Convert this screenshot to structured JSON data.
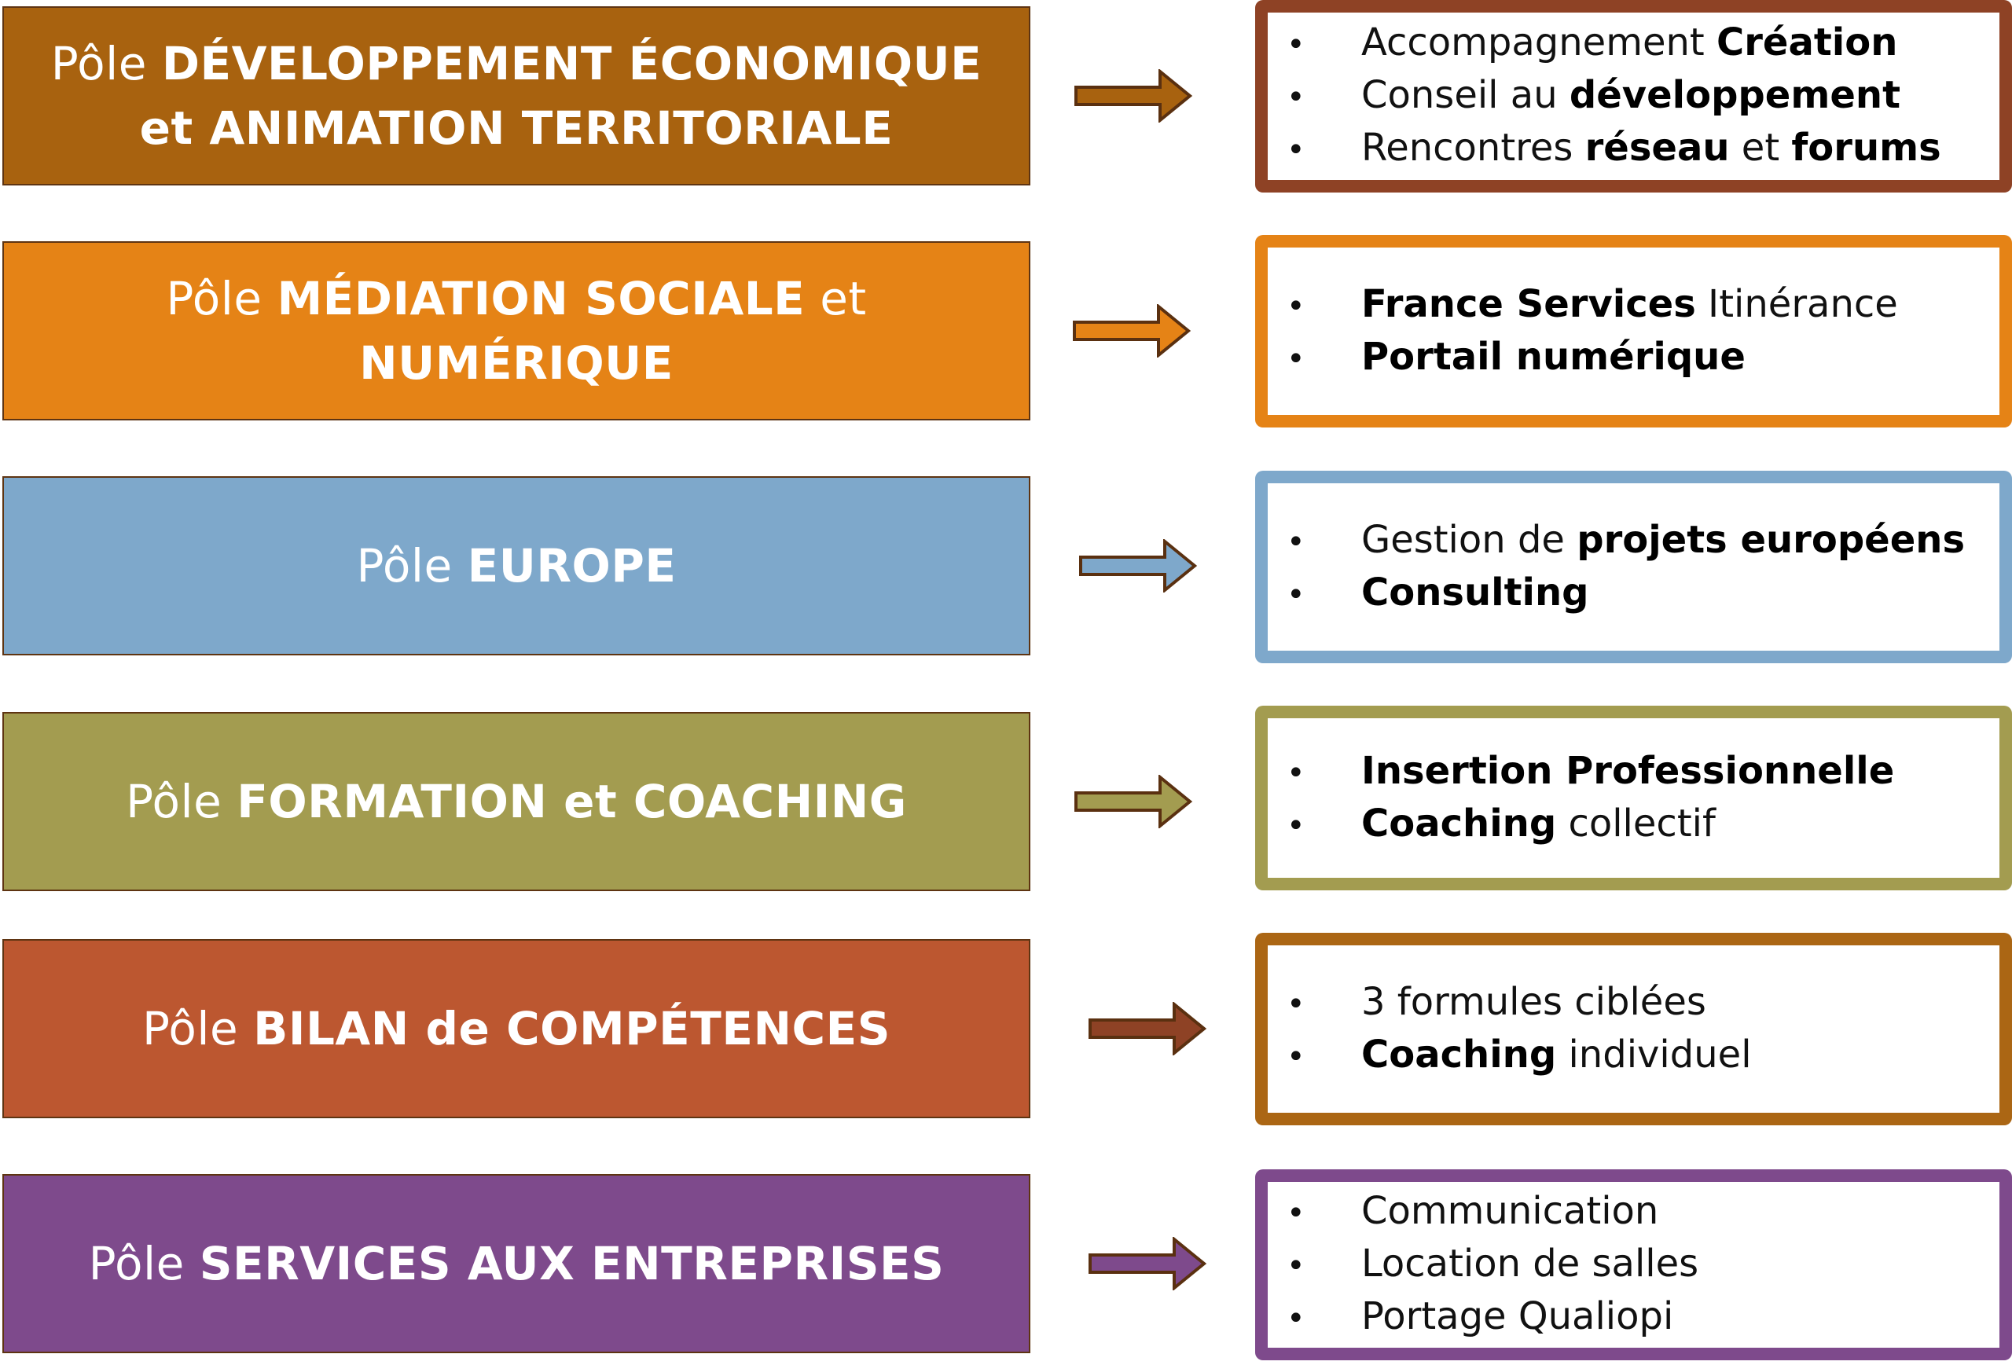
{
  "rows": [
    {
      "pole": [
        {
          "text": "Pôle ",
          "bold": false
        },
        {
          "text": "DÉVELOPPEMENT ÉCONOMIQUE et ANIMATION TERRITORIALE",
          "bold": true
        }
      ],
      "color": "#A8620F",
      "box_border": "#8E4225",
      "arrow_color": "#A8620F",
      "items": [
        [
          {
            "text": "Accompagnement ",
            "bold": false
          },
          {
            "text": "Création",
            "bold": true
          }
        ],
        [
          {
            "text": "Conseil au ",
            "bold": false
          },
          {
            "text": "développement",
            "bold": true
          }
        ],
        [
          {
            "text": "Rencontres ",
            "bold": false
          },
          {
            "text": "réseau",
            "bold": true
          },
          {
            "text": " et ",
            "bold": false
          },
          {
            "text": "forums",
            "bold": true
          }
        ]
      ]
    },
    {
      "pole": [
        {
          "text": "Pôle ",
          "bold": false
        },
        {
          "text": "MÉDIATION SOCIALE",
          "bold": true
        },
        {
          "text": " et ",
          "bold": false
        },
        {
          "text": "NUMÉRIQUE",
          "bold": true
        }
      ],
      "color": "#E58316",
      "box_border": "#E58316",
      "arrow_color": "#E58316",
      "items": [
        [
          {
            "text": "France Services",
            "bold": true
          },
          {
            "text": " Itinérance",
            "bold": false
          }
        ],
        [
          {
            "text": "Portail numérique",
            "bold": true
          }
        ]
      ]
    },
    {
      "pole": [
        {
          "text": "Pôle ",
          "bold": false
        },
        {
          "text": "EUROPE",
          "bold": true
        }
      ],
      "color": "#7EA8CB",
      "box_border": "#7EA8CB",
      "arrow_color": "#7EA8CB",
      "items": [
        [
          {
            "text": "Gestion de ",
            "bold": false
          },
          {
            "text": "projets européens",
            "bold": true
          }
        ],
        [
          {
            "text": "Consulting",
            "bold": true
          }
        ]
      ]
    },
    {
      "pole": [
        {
          "text": "Pôle ",
          "bold": false
        },
        {
          "text": "FORMATION et COACHING",
          "bold": true
        }
      ],
      "color": "#A39C50",
      "box_border": "#A39C50",
      "arrow_color": "#A39C50",
      "items": [
        [
          {
            "text": "Insertion Professionnelle",
            "bold": true
          }
        ],
        [
          {
            "text": "Coaching",
            "bold": true
          },
          {
            "text": " collectif",
            "bold": false
          }
        ]
      ]
    },
    {
      "pole": [
        {
          "text": "Pôle ",
          "bold": false
        },
        {
          "text": "BILAN de COMPÉTENCES",
          "bold": true
        }
      ],
      "color": "#BC5730",
      "box_border": "#AB6614",
      "arrow_color": "#8E4225",
      "items": [
        [
          {
            "text": "3 formules ciblées",
            "bold": false
          }
        ],
        [
          {
            "text": "Coaching",
            "bold": true
          },
          {
            "text": " individuel",
            "bold": false
          }
        ]
      ]
    },
    {
      "pole": [
        {
          "text": "Pôle ",
          "bold": false
        },
        {
          "text": "SERVICES AUX ENTREPRISES",
          "bold": true
        }
      ],
      "color": "#7E4A8C",
      "box_border": "#7E4A8C",
      "arrow_color": "#7E4A8C",
      "items": [
        [
          {
            "text": "Communication",
            "bold": false
          }
        ],
        [
          {
            "text": "Location de salles",
            "bold": false
          }
        ],
        [
          {
            "text": "Portage Qualiopi",
            "bold": false
          }
        ]
      ]
    }
  ],
  "bullet": "•"
}
